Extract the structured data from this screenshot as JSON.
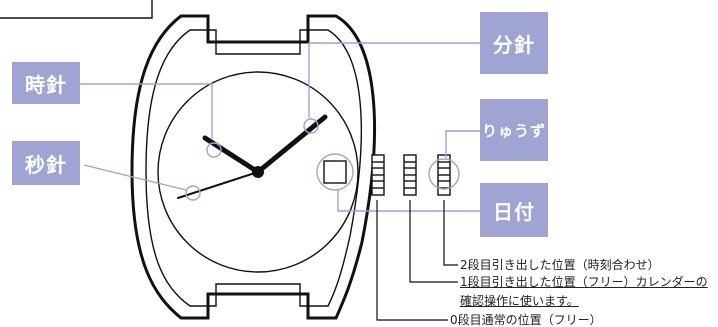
{
  "labels": {
    "hour_hand": "時針",
    "second_hand": "秒針",
    "minute_hand": "分針",
    "crown": "りゅうず",
    "date": "日付"
  },
  "crown_positions": {
    "pos2": "2段目引き出した位置（時刻合わせ）",
    "pos1_line1": "1段目引き出した位置（フリー）カレンダーの",
    "pos1_line2": "確認操作に使います。",
    "pos0": "0段目通常の位置（フリー）"
  },
  "colors": {
    "label_fill": "#9fa4d2",
    "leader_line": "#9fa4d2",
    "outline": "#111111"
  }
}
